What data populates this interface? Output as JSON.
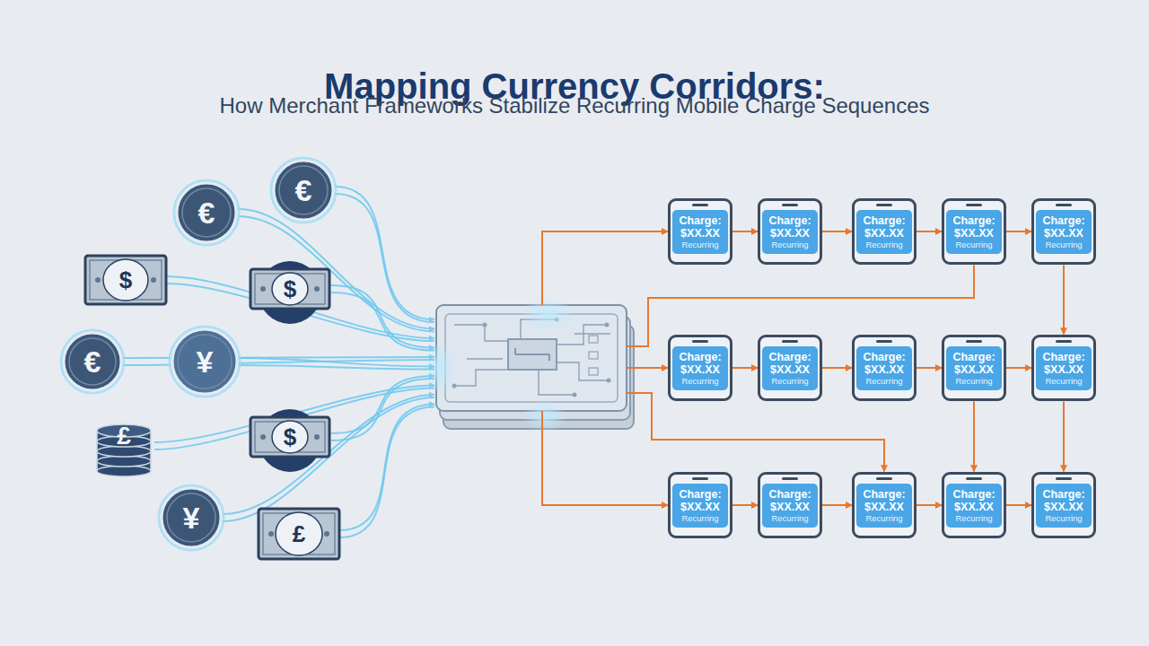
{
  "diagram": {
    "title": "Mapping Currency Corridors:",
    "nodes": [
      {
        "text": [
          "€"
        ]
      },
      {
        "text": [
          "€"
        ]
      },
      {
        "text": [
          "$"
        ]
      },
      {
        "text": [
          "$"
        ]
      },
      {
        "text": [
          "€"
        ]
      },
      {
        "text": [
          "¥"
        ]
      },
      {
        "text": [
          "$"
        ]
      },
      {
        "text": [
          "£"
        ]
      },
      {
        "text": [
          "¥"
        ]
      },
      {
        "text": [
          "£"
        ]
      },
      {
        "text": [
          "Charge: $XX.XX",
          "Recurring"
        ]
      },
      {
        "text": [
          "Charge: $XX.XX",
          "Recurring"
        ]
      },
      {
        "text": [
          "Charge: $XX.XX",
          "Recurring"
        ]
      },
      {
        "text": [
          "Charge: $XX.XX",
          "Recurring"
        ]
      },
      {
        "text": [
          "Charge: $XX.XX",
          "Recurring"
        ]
      },
      {
        "text": [
          "Charge: $XX.XX",
          "Recurring"
        ]
      },
      {
        "text": [
          "Charge: $XX.XX",
          "Recurring"
        ]
      },
      {
        "text": [
          "Charge: $XX.XX",
          "Recurring"
        ]
      },
      {
        "text": [
          "Charge: $XX.XX",
          "Recurring"
        ]
      },
      {
        "text": [
          "Charge: $XX.XX",
          "Recurring"
        ]
      },
      {
        "text": [
          "Charge: $XX.XX",
          "Recurring"
        ]
      },
      {
        "text": [
          "Charge: $XX.XX",
          "Recurring"
        ]
      },
      {
        "text": [
          "Charge: $XX.XX",
          "Recurring"
        ]
      },
      {
        "text": [
          "Charge: $XX.XX",
          "Recurring"
        ]
      },
      {
        "text": [
          "Charge: $XX.XX",
          "Recurring"
        ]
      }
    ],
    "edges": [
      {
        "from": 10,
        "to": 11,
        "arrow": "to"
      },
      {
        "from": 11,
        "to": 12,
        "arrow": "to"
      },
      {
        "from": 12,
        "to": 13,
        "arrow": "to"
      },
      {
        "from": 13,
        "to": 14,
        "arrow": "to"
      },
      {
        "from": 14,
        "to": 19,
        "arrow": "to"
      },
      {
        "from": 15,
        "to": 16,
        "arrow": "to"
      },
      {
        "from": 16,
        "to": 17,
        "arrow": "to"
      },
      {
        "from": 17,
        "to": 18,
        "arrow": "to"
      },
      {
        "from": 18,
        "to": 19,
        "arrow": "to"
      },
      {
        "from": 18,
        "to": 23,
        "arrow": "to"
      },
      {
        "from": 19,
        "to": 24,
        "arrow": "to"
      },
      {
        "from": 20,
        "to": 21,
        "arrow": "to"
      },
      {
        "from": 21,
        "to": 22,
        "arrow": "to"
      },
      {
        "from": 22,
        "to": 23,
        "arrow": "to"
      },
      {
        "from": 23,
        "to": 24,
        "arrow": "to"
      }
    ],
    "labels": [
      "How Merchant Frameworks Stabilize Recurring Mobile Charge Sequences"
    ]
  }
}
